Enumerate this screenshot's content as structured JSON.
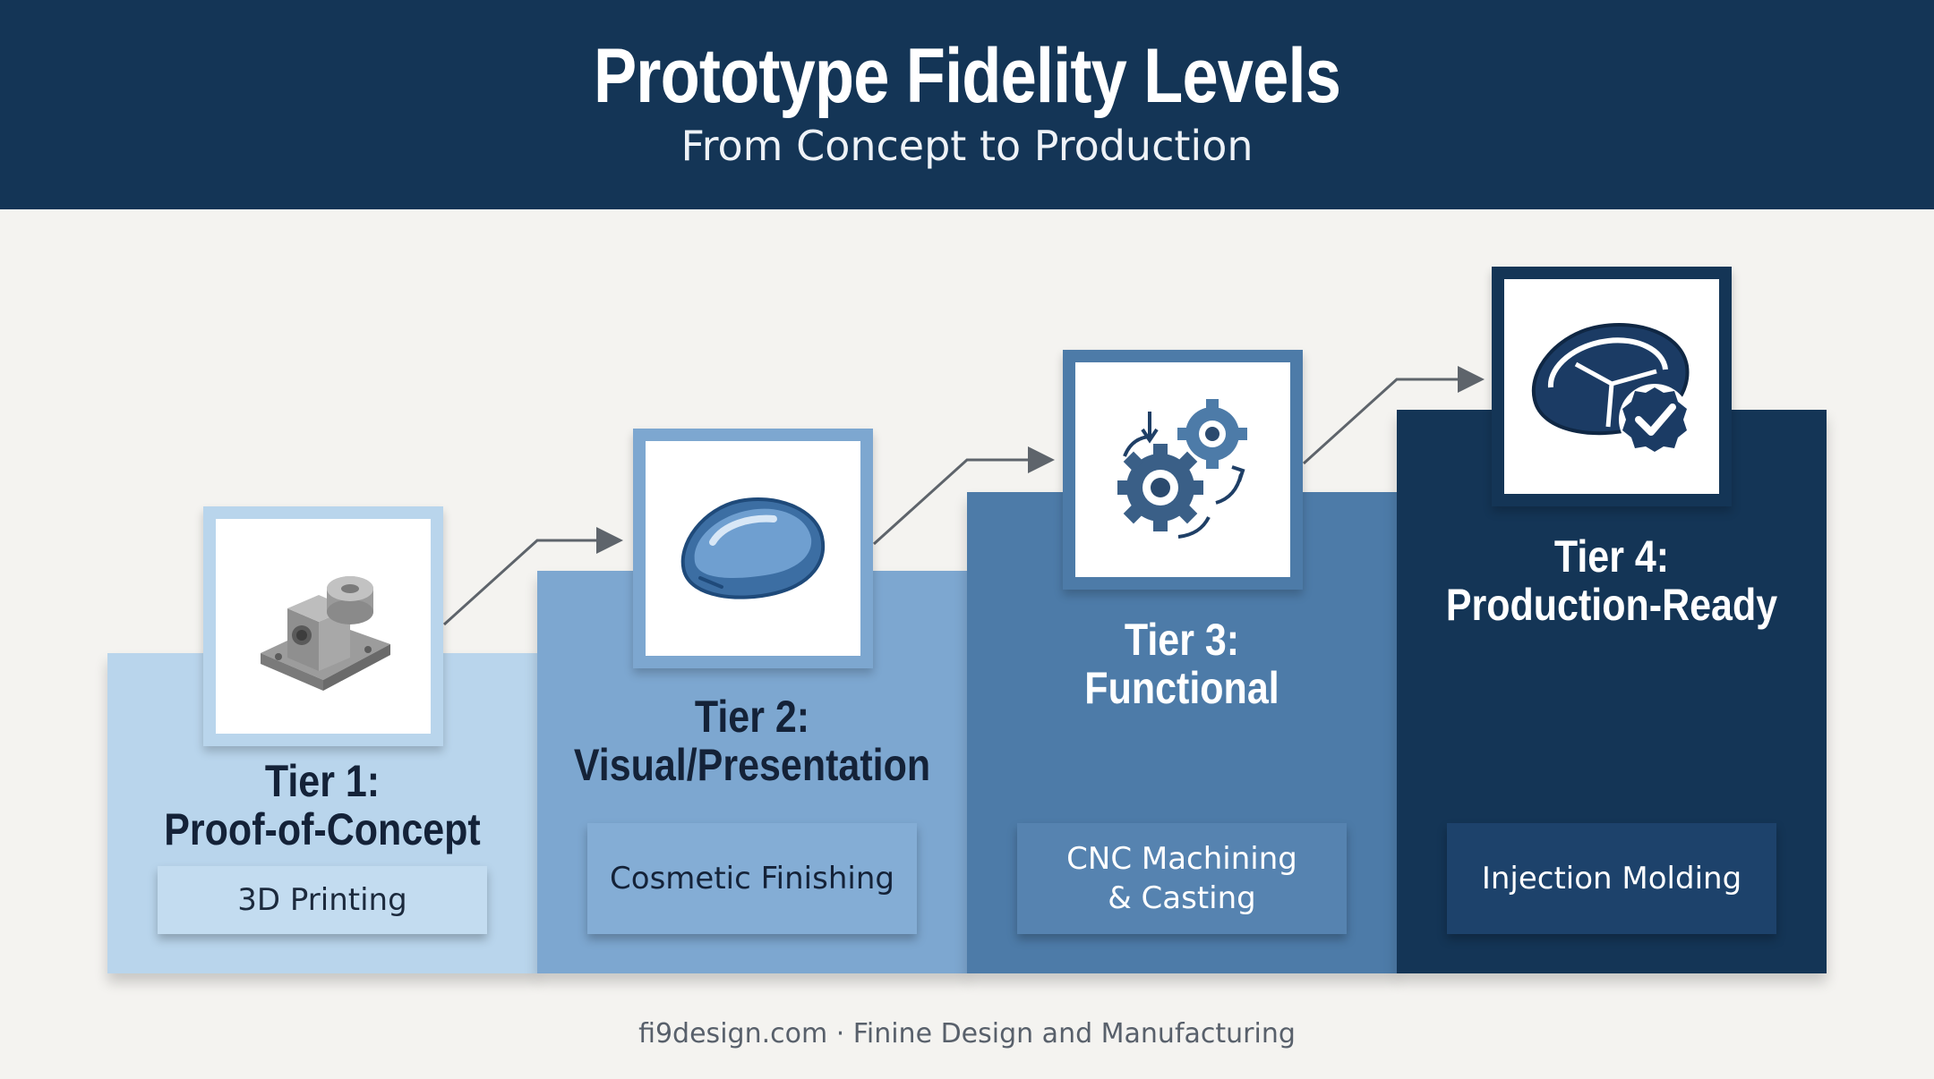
{
  "header": {
    "title": "Prototype Fidelity Levels",
    "subtitle": "From Concept to Production"
  },
  "tiers": [
    {
      "title_line1": "Tier 1:",
      "title_line2": "Proof-of-Concept",
      "method": "3D Printing",
      "icon": "3d-printed-part-icon",
      "color": "#b9d5ec"
    },
    {
      "title_line1": "Tier 2:",
      "title_line2": "Visual/Presentation",
      "method": "Cosmetic Finishing",
      "icon": "glossy-shell-icon",
      "color": "#7da7d0"
    },
    {
      "title_line1": "Tier 3:",
      "title_line2": "Functional",
      "method_line1": "CNC Machining",
      "method_line2": "& Casting",
      "icon": "gears-icon",
      "color": "#4d7ba8"
    },
    {
      "title_line1": "Tier 4:",
      "title_line2": "Production-Ready",
      "method": "Injection Molding",
      "icon": "shell-with-checkmark-icon",
      "color": "#143556"
    }
  ],
  "footer": {
    "text": "fi9design.com · Finine Design and Manufacturing"
  }
}
